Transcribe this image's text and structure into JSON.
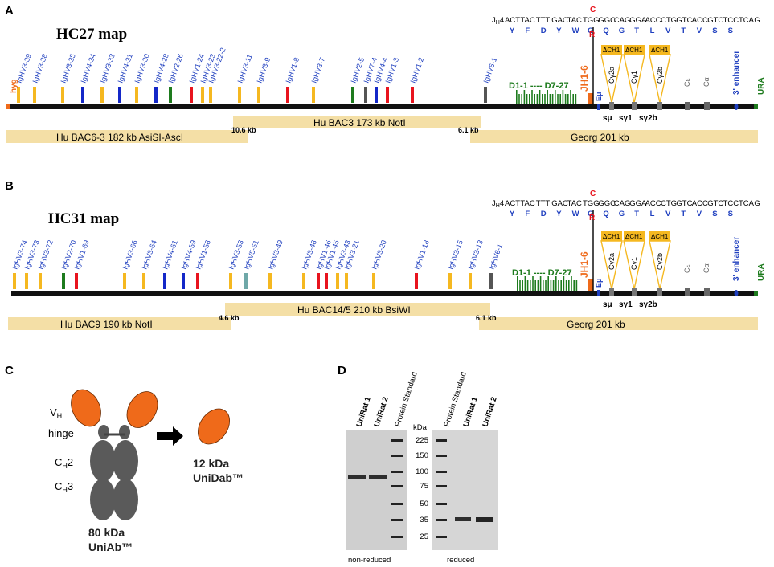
{
  "panels": {
    "a": "A",
    "b": "B",
    "c": "C",
    "d": "D"
  },
  "colors": {
    "yellow": "#f5b820",
    "blue": "#1428c8",
    "red": "#e8141e",
    "green": "#1e7b1e",
    "gray": "#555555",
    "teal": "#6fa8a8",
    "bac": "#f4dfa6",
    "orange": "#ef6a1a"
  },
  "hc27": {
    "title": "HC27 map",
    "left_marker": "hyg",
    "right_marker": "URA",
    "genes": [
      {
        "label": "IgHV3-39",
        "color": "yellow"
      },
      {
        "label": "IgHV3-38",
        "color": "yellow"
      },
      {
        "label": "IgHV3-35",
        "color": "yellow"
      },
      {
        "label": "IgHV4-34",
        "color": "blue"
      },
      {
        "label": "IgHV3-33",
        "color": "yellow"
      },
      {
        "label": "IgHV4-31",
        "color": "blue"
      },
      {
        "label": "IgHV3-30",
        "color": "yellow"
      },
      {
        "label": "IgHV4-28",
        "color": "blue"
      },
      {
        "label": "IgHV2-26",
        "color": "green"
      },
      {
        "label": "IgHV1-24",
        "color": "red"
      },
      {
        "label": "IgHV3-23",
        "color": "yellow"
      },
      {
        "label": "IgHV3-22-2",
        "color": "yellow"
      },
      {
        "label": "IgHV3-11",
        "color": "yellow"
      },
      {
        "label": "IgHV3-9",
        "color": "yellow"
      },
      {
        "label": "IgHV1-8",
        "color": "red"
      },
      {
        "label": "IgHV3-7",
        "color": "yellow"
      },
      {
        "label": "IgHV2-5",
        "color": "green"
      },
      {
        "label": "IgHV7-4",
        "color": "gray"
      },
      {
        "label": "IgHV4-4",
        "color": "blue"
      },
      {
        "label": "IgHV1-3",
        "color": "red"
      },
      {
        "label": "IgHV1-2",
        "color": "red"
      },
      {
        "label": "IgHV6-1",
        "color": "gray"
      }
    ],
    "bacs": [
      {
        "label": "Hu BAC6-3 182 kb AsiSI-AscI"
      },
      {
        "label": "Hu BAC3 173 kb NotI"
      },
      {
        "label": "Georg 201 kb"
      }
    ],
    "overlaps": [
      "10.6 kb",
      "6.1 kb"
    ]
  },
  "hc31": {
    "title": "HC31 map",
    "right_marker": "URA",
    "genes": [
      {
        "label": "IgHV3-74",
        "color": "yellow"
      },
      {
        "label": "IgHV3-73",
        "color": "yellow"
      },
      {
        "label": "IgHV3-72",
        "color": "yellow"
      },
      {
        "label": "IgHV2-70",
        "color": "green"
      },
      {
        "label": "IgHV1-69",
        "color": "red"
      },
      {
        "label": "IgHV3-66",
        "color": "yellow"
      },
      {
        "label": "IgHV3-64",
        "color": "yellow"
      },
      {
        "label": "IgHV4-61",
        "color": "blue"
      },
      {
        "label": "IgHV4-59",
        "color": "blue"
      },
      {
        "label": "IgHV1-58",
        "color": "red"
      },
      {
        "label": "IgHV3-53",
        "color": "yellow"
      },
      {
        "label": "IgHV5-51",
        "color": "teal"
      },
      {
        "label": "IgHV3-49",
        "color": "yellow"
      },
      {
        "label": "IgHV3-48",
        "color": "yellow"
      },
      {
        "label": "IgHV1-46",
        "color": "red"
      },
      {
        "label": "IgHV1-45",
        "color": "red"
      },
      {
        "label": "IgHV3-43",
        "color": "yellow"
      },
      {
        "label": "IgHV3-21",
        "color": "yellow"
      },
      {
        "label": "IgHV3-20",
        "color": "yellow"
      },
      {
        "label": "IgHV1-18",
        "color": "red"
      },
      {
        "label": "IgHV3-15",
        "color": "yellow"
      },
      {
        "label": "IgHV3-13",
        "color": "yellow"
      },
      {
        "label": "IgHV6-1",
        "color": "gray"
      }
    ],
    "bacs": [
      {
        "label": "Hu BAC9 190 kb NotI"
      },
      {
        "label": "Hu BAC14/5 210 kb BsiWI"
      },
      {
        "label": "Georg 201 kb"
      }
    ],
    "overlaps": [
      "4.6 kb",
      "6.1 kb"
    ]
  },
  "locus": {
    "d_region": "D1-1 ---- D7-27",
    "jh": "JH1-6",
    "emu": "Eμ",
    "constants": [
      "ΔCH1",
      "ΔCH1",
      "ΔCH1"
    ],
    "constant_names": [
      "Cγ2a",
      "Cγ1",
      "Cγ2b"
    ],
    "c_epsilon": "Cε",
    "c_alpha": "Cα",
    "enhancer": "3' enhancer",
    "switch": [
      "sμ",
      "sγ1",
      "sγ2b"
    ]
  },
  "sequence": {
    "prefix": "JH4",
    "nt": [
      "ACT",
      "TAC",
      "TTT",
      "GAC",
      "TAC",
      "TGG",
      "GGC",
      "CAG",
      "GGA",
      "ACC",
      "CTG",
      "GTC",
      "ACC",
      "GTC",
      "TCC",
      "TCA",
      "G"
    ],
    "aa": [
      "Y",
      "F",
      "D",
      "Y",
      "W",
      "G",
      "Q",
      "G",
      "T",
      "L",
      "V",
      "T",
      "V",
      "S",
      "S"
    ],
    "mut_nt": "C",
    "mut_aa": "R"
  },
  "panel_c": {
    "labels": {
      "vh": "VH",
      "hinge": "hinge",
      "ch2": "CH2",
      "ch3": "CH3"
    },
    "full_mass": "80 kDa",
    "full_name": "UniAb™",
    "frag_mass": "12 kDa",
    "frag_name": "UniDab™"
  },
  "panel_d": {
    "lanes_left": [
      "UniRat 1",
      "UniRat 2",
      "Protein Standard"
    ],
    "lanes_right": [
      "Protein Standard",
      "UniRat 1",
      "UniRat 2"
    ],
    "kda_label": "kDa",
    "markers": [
      "225",
      "150",
      "100",
      "75",
      "50",
      "35",
      "25"
    ],
    "cond_left": "non-reduced",
    "cond_right": "reduced"
  }
}
